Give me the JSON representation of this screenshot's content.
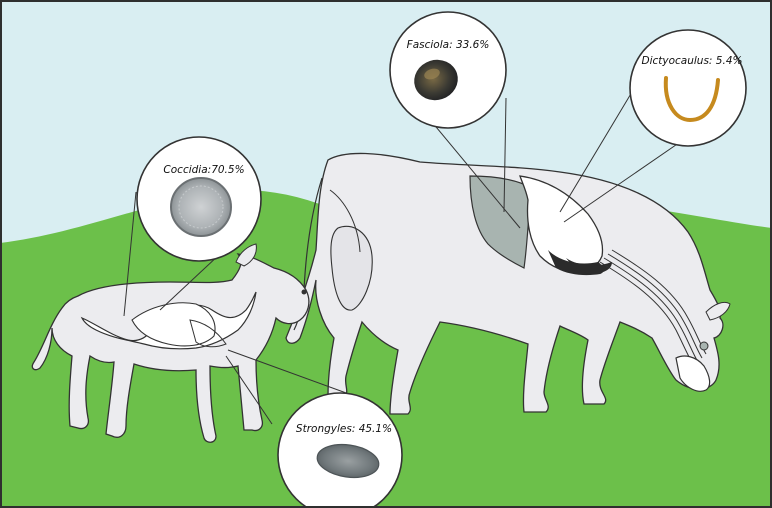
{
  "colors": {
    "sky": "#d9eef2",
    "grass": "#6cc04a",
    "animal_fill": "#ececef",
    "outline": "#333333",
    "liver": "#a8b4b0",
    "lung": "#ffffff",
    "frame": "#2f2f2f"
  },
  "callouts": {
    "fasciola": {
      "label": "Fasciola: 33.6%",
      "icon": "liver-fluke-icon"
    },
    "dictyocaulus": {
      "label": "Dictyocaulus: 5.4%",
      "icon": "lungworm-icon"
    },
    "coccidia": {
      "label": "Coccidia:70.5%",
      "icon": "oocyst-icon"
    },
    "strongyles": {
      "label": "Strongyles: 45.1%",
      "icon": "strongyle-egg-icon"
    }
  }
}
